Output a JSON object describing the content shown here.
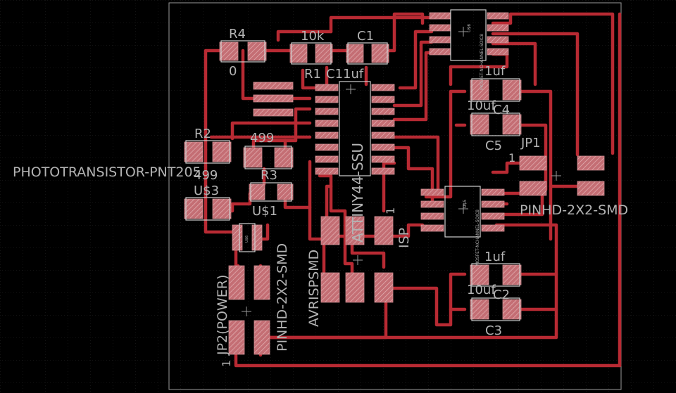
{
  "colors": {
    "background": "#000000",
    "grid": "#2a2a2a",
    "trace": "#b82a33",
    "pad": "#c07378",
    "label": "#b3b3b3",
    "outline": "#9a9a9a"
  },
  "labels": {
    "r4": "R4",
    "r4_val": "0",
    "r1_val": "10k",
    "r1": "R1",
    "c1": "C1",
    "c1_val": "C11uf",
    "r2": "R2",
    "r2_val": "499",
    "r3_val": "499",
    "r3": "R3",
    "u3": "U$3",
    "u1": "U$1",
    "phototransistor": "PHOTOTRANSISTOR-PNT205",
    "attiny": "ATTINY44-SSU",
    "isp": "ISP",
    "isp_pin": "1",
    "avrispsmd": "AVRISPSMD",
    "pinhd_jp2": "PINHD-2X2-SMD",
    "jp2": "JP2(POWER)",
    "jp2_pin": "1",
    "c4_val": "1uf",
    "c4": "C4",
    "c5_val": "10uf",
    "c5": "C5",
    "c2_val": "1uf",
    "c2": "C2",
    "c3_val": "10uf",
    "c3": "C3",
    "jp1": "JP1",
    "jp1_pin": "1",
    "pinhd_jp1": "PINHD-2X2-SMD",
    "mosfet_top": "MOSFET-NCHANNEL-SOIC8",
    "mosfet_bottom": "MOSFET-NCHANNEL-SOIC8",
    "u_mosfet_top": "U$6",
    "u_mosfet_bottom": "U$5",
    "u_small": "U$6"
  }
}
